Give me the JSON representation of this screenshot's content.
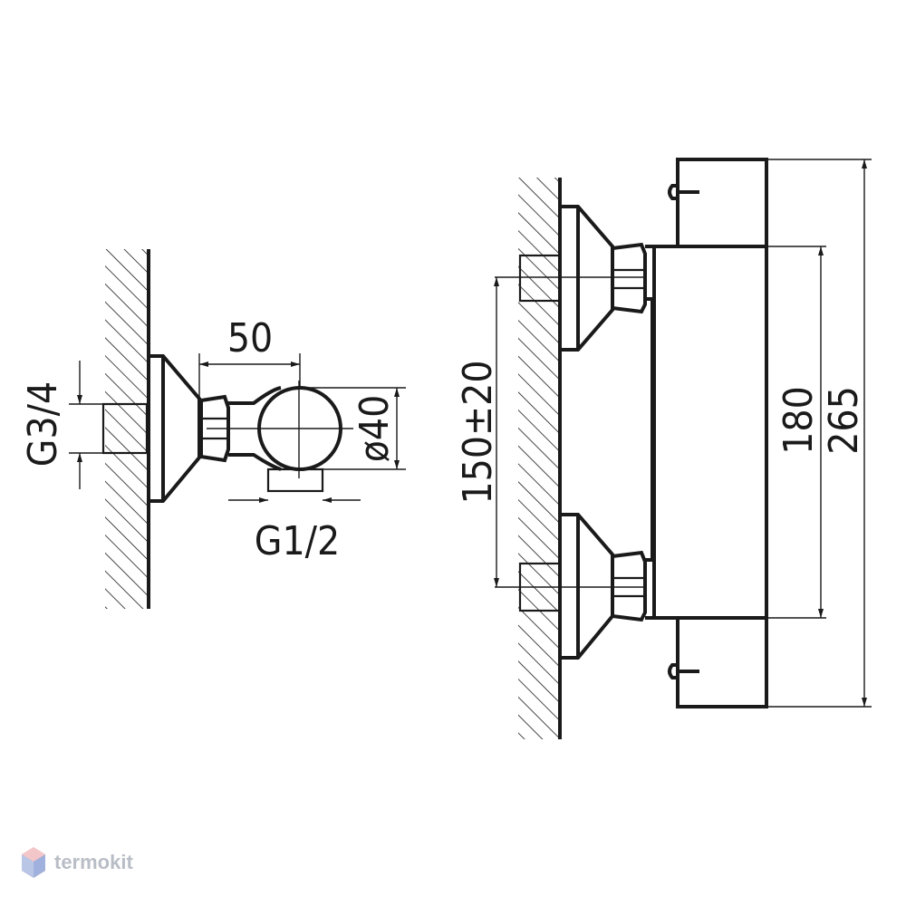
{
  "dimensions": {
    "inlet_thread": "G3/4",
    "projection": "50",
    "body_diameter": "ø40",
    "outlet_thread": "G1/2",
    "inlet_spacing": "150±20",
    "body_length": "180",
    "overall_length": "265"
  },
  "watermark": {
    "brand": "termokit"
  },
  "colors": {
    "line": "#1a1a1a",
    "watermark": "#b9bec6"
  }
}
